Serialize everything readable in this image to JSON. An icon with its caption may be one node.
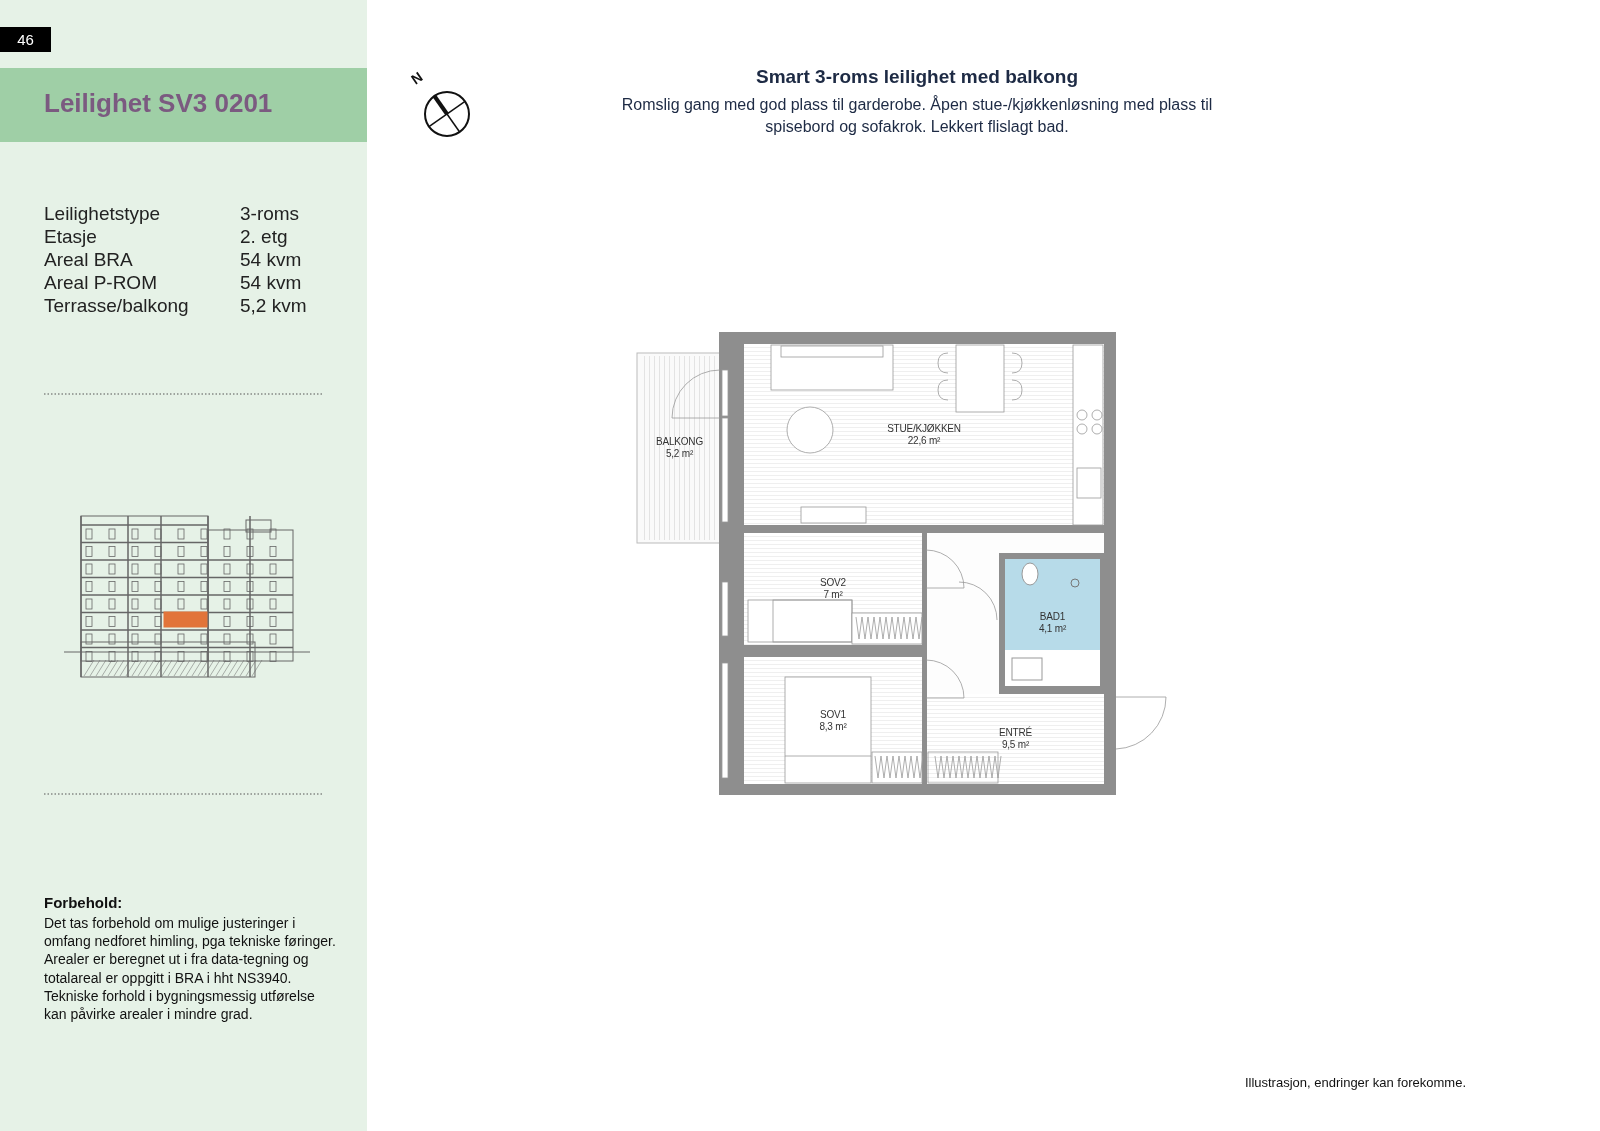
{
  "diagram": {
    "title": "Leilighet SV3 0201",
    "nodes": [
      {
        "text": [
          "BALKONG",
          "5,2 m²"
        ]
      },
      {
        "text": [
          "STUE/KJØKKEN",
          "22,6 m²"
        ]
      },
      {
        "text": [
          "SOV2",
          "7 m²"
        ]
      },
      {
        "text": [
          "BAD1",
          "4,1 m²"
        ]
      },
      {
        "text": [
          "SOV1",
          "8,3 m²"
        ]
      },
      {
        "text": [
          "ENTRÉ",
          "9,5 m²"
        ]
      }
    ],
    "labels": [
      "46",
      "N",
      "Smart 3-roms leilighet med balkong",
      "Romslig gang med god plass til garderobe. Åpen stue-/kjøkkenløsning med plass til spisebord og sofakrok. Lekkert flislagt bad.",
      "Leilighetstype",
      "3-roms",
      "Etasje",
      "2. etg",
      "Areal BRA",
      "54 kvm",
      "Areal P-ROM",
      "54 kvm",
      "Terrasse/balkong",
      "5,2 kvm",
      "Forbehold:",
      "Det tas forbehold om mulige justeringer i omfang nedforet himling, pga tekniske føringer. Arealer er beregnet ut i fra data-tegning og totalareal er oppgitt i BRA i hht NS3940. Tekniske forhold i bygningsmessig utførelse kan påvirke arealer i mindre grad.",
      "Illustrasjon, endringer kan forekomme."
    ]
  }
}
